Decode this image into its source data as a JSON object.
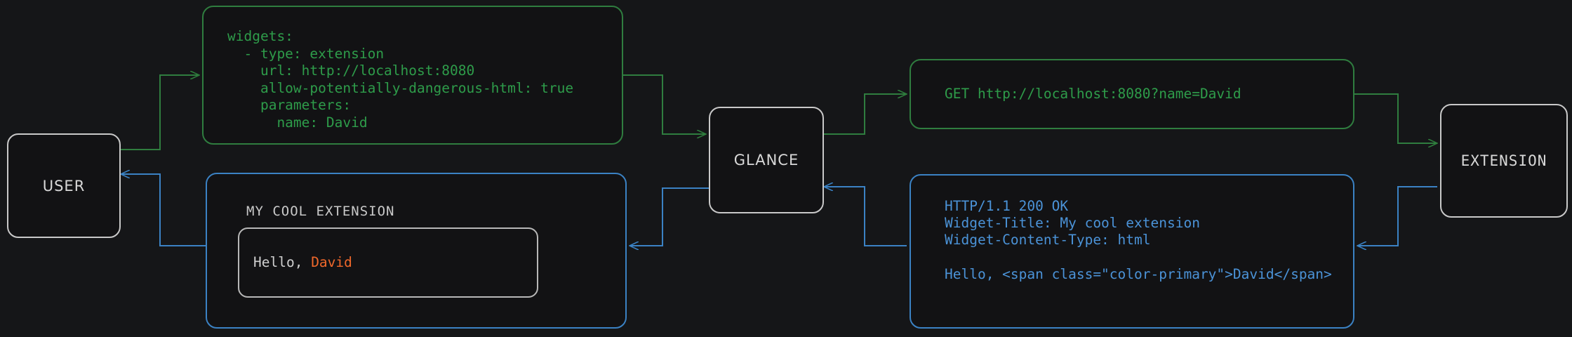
{
  "theme": {
    "background": "#151618",
    "node_border": "#c9c9c9",
    "request_color": "#2e9c4a",
    "response_color": "#4b93d8",
    "accent_color": "#f0682b",
    "text_color": "#d8d8d8"
  },
  "nodes": [
    {
      "id": "user",
      "label": "USER"
    },
    {
      "id": "glance",
      "label": "GLANCE"
    },
    {
      "id": "extension",
      "label": "EXTENSION"
    }
  ],
  "config_card": {
    "name": "widget-yaml-config",
    "code": "widgets:\n  - type: extension\n    url: http://localhost:8080\n    allow-potentially-dangerous-html: true\n    parameters:\n      name: David"
  },
  "request_card": {
    "name": "http-request",
    "code": "GET http://localhost:8080?name=David"
  },
  "response_card": {
    "name": "http-response",
    "status_line": "HTTP/1.1 200 OK",
    "header_title": "Widget-Title: My cool extension",
    "header_content_type": "Widget-Content-Type: html",
    "body": "Hello, <span class=\"color-primary\">David</span>"
  },
  "widget_card": {
    "name": "rendered-widget",
    "title": "MY COOL EXTENSION",
    "greeting_prefix": "Hello, ",
    "greeting_name": "David"
  },
  "flows": [
    {
      "name": "user-to-config",
      "color": "#2e9c4a",
      "direction": "right"
    },
    {
      "name": "config-to-glance",
      "color": "#2e9c4a",
      "direction": "right"
    },
    {
      "name": "glance-to-request",
      "color": "#2e9c4a",
      "direction": "right"
    },
    {
      "name": "request-to-extension",
      "color": "#2e9c4a",
      "direction": "right"
    },
    {
      "name": "extension-to-response",
      "color": "#4b93d8",
      "direction": "left"
    },
    {
      "name": "response-to-glance",
      "color": "#4b93d8",
      "direction": "left"
    },
    {
      "name": "glance-to-widget",
      "color": "#4b93d8",
      "direction": "left"
    },
    {
      "name": "widget-to-user",
      "color": "#4b93d8",
      "direction": "left"
    }
  ]
}
